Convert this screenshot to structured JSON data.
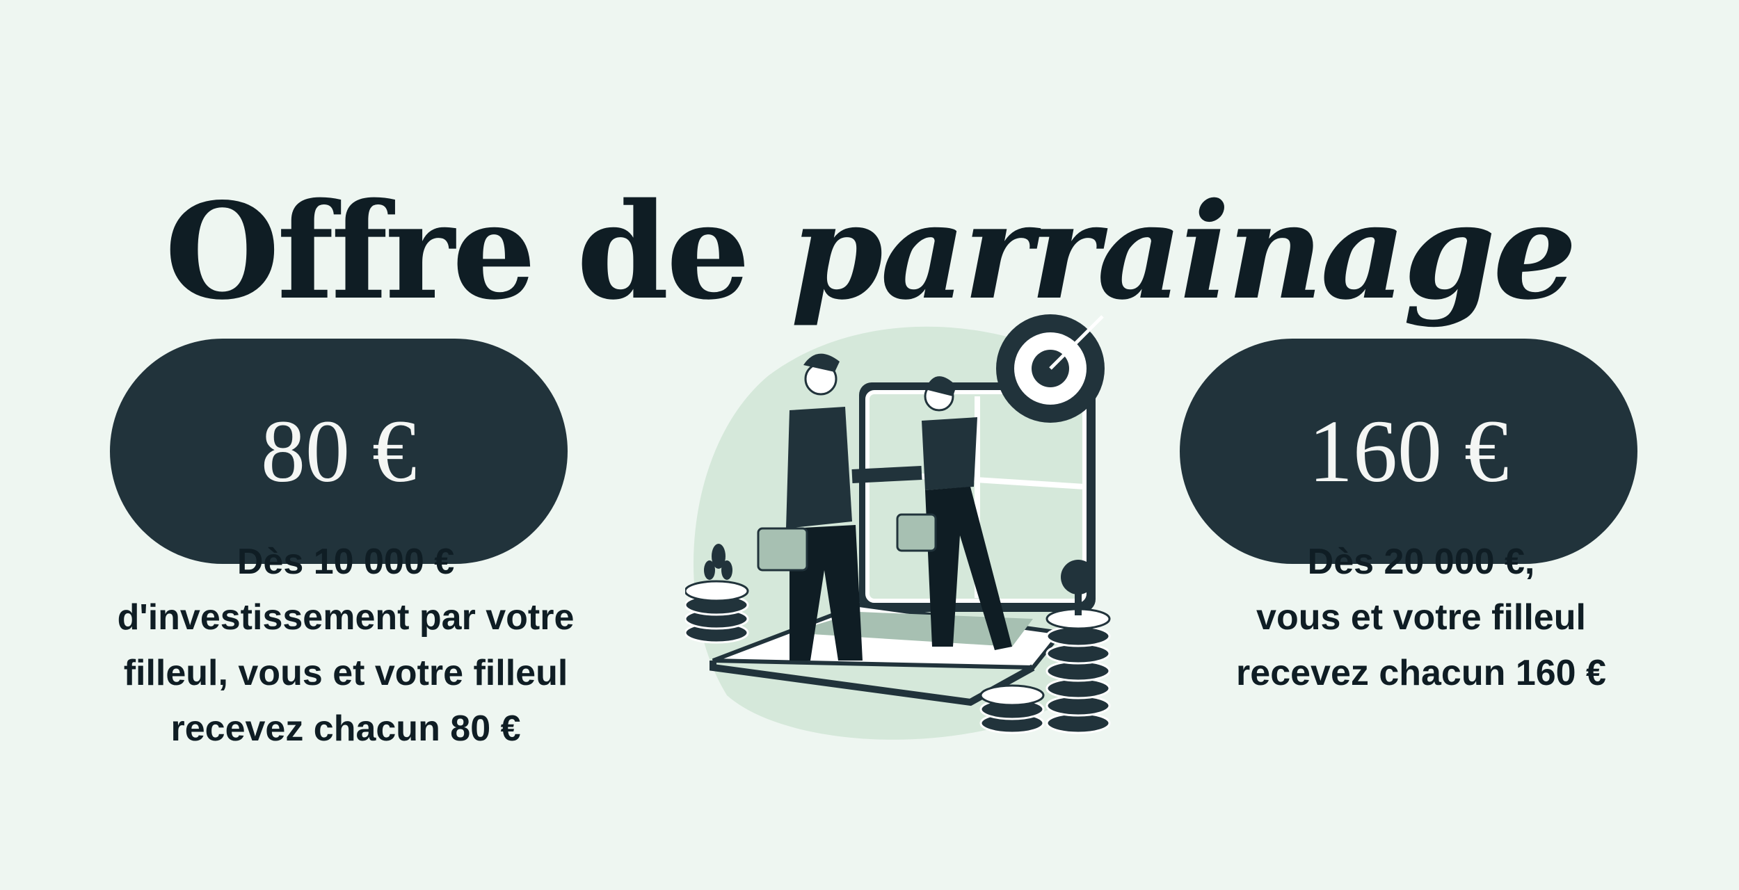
{
  "title": {
    "regular": "Offre de ",
    "italic": "parrainage"
  },
  "offers": [
    {
      "amount": "80 €",
      "lines": [
        "Dès 10 000 €",
        "d'investissement par votre",
        "filleul, vous et votre filleul",
        "recevez chacun 80 €"
      ]
    },
    {
      "amount": "160 €",
      "lines": [
        "Dès 20 000 €,",
        "vous et votre filleul",
        "recevez chacun 160 €"
      ]
    }
  ],
  "colors": {
    "background": "#eef6f1",
    "dark": "#21333b",
    "accent": "#a7c0b2",
    "light_accent": "#d5e8da"
  }
}
